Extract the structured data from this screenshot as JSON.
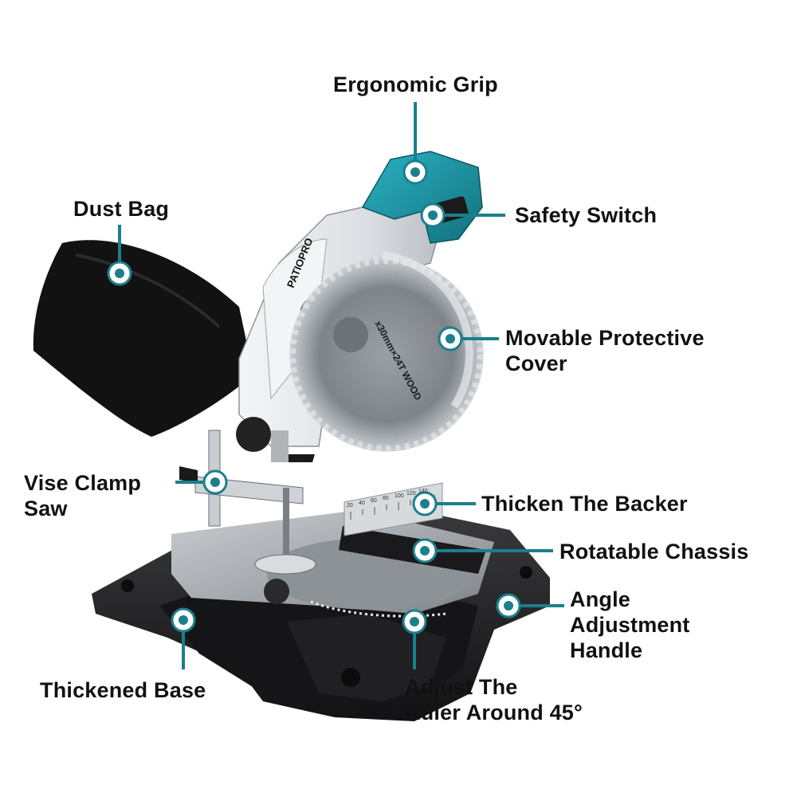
{
  "brand": "PATIOPRO",
  "blade_text": "x30mm×24T WOOD",
  "fence_scale": [
    "20",
    "40",
    "60",
    "80",
    "100",
    "120",
    "140"
  ],
  "colors": {
    "accent": "#1b7f8c",
    "grip": "#1d9fb0",
    "body": "#e9ecef",
    "base": "#1e1e20",
    "text": "#111111"
  },
  "callouts": {
    "ergonomic_grip": "Ergonomic Grip",
    "dust_bag": "Dust Bag",
    "safety_switch": "Safety Switch",
    "movable_cover_line1": "Movable Protective",
    "movable_cover_line2": "Cover",
    "vise_clamp_line1": "Vise Clamp",
    "vise_clamp_line2": "Saw",
    "thicken_backer": "Thicken The Backer",
    "rotatable_chassis": "Rotatable Chassis",
    "angle_handle_line1": "Angle",
    "angle_handle_line2": "Adjustment",
    "angle_handle_line3": "Handle",
    "thickened_base": "Thickened Base",
    "adjust_ruler_line1": "Adjust The",
    "adjust_ruler_line2": "Ruler Around 45°"
  }
}
